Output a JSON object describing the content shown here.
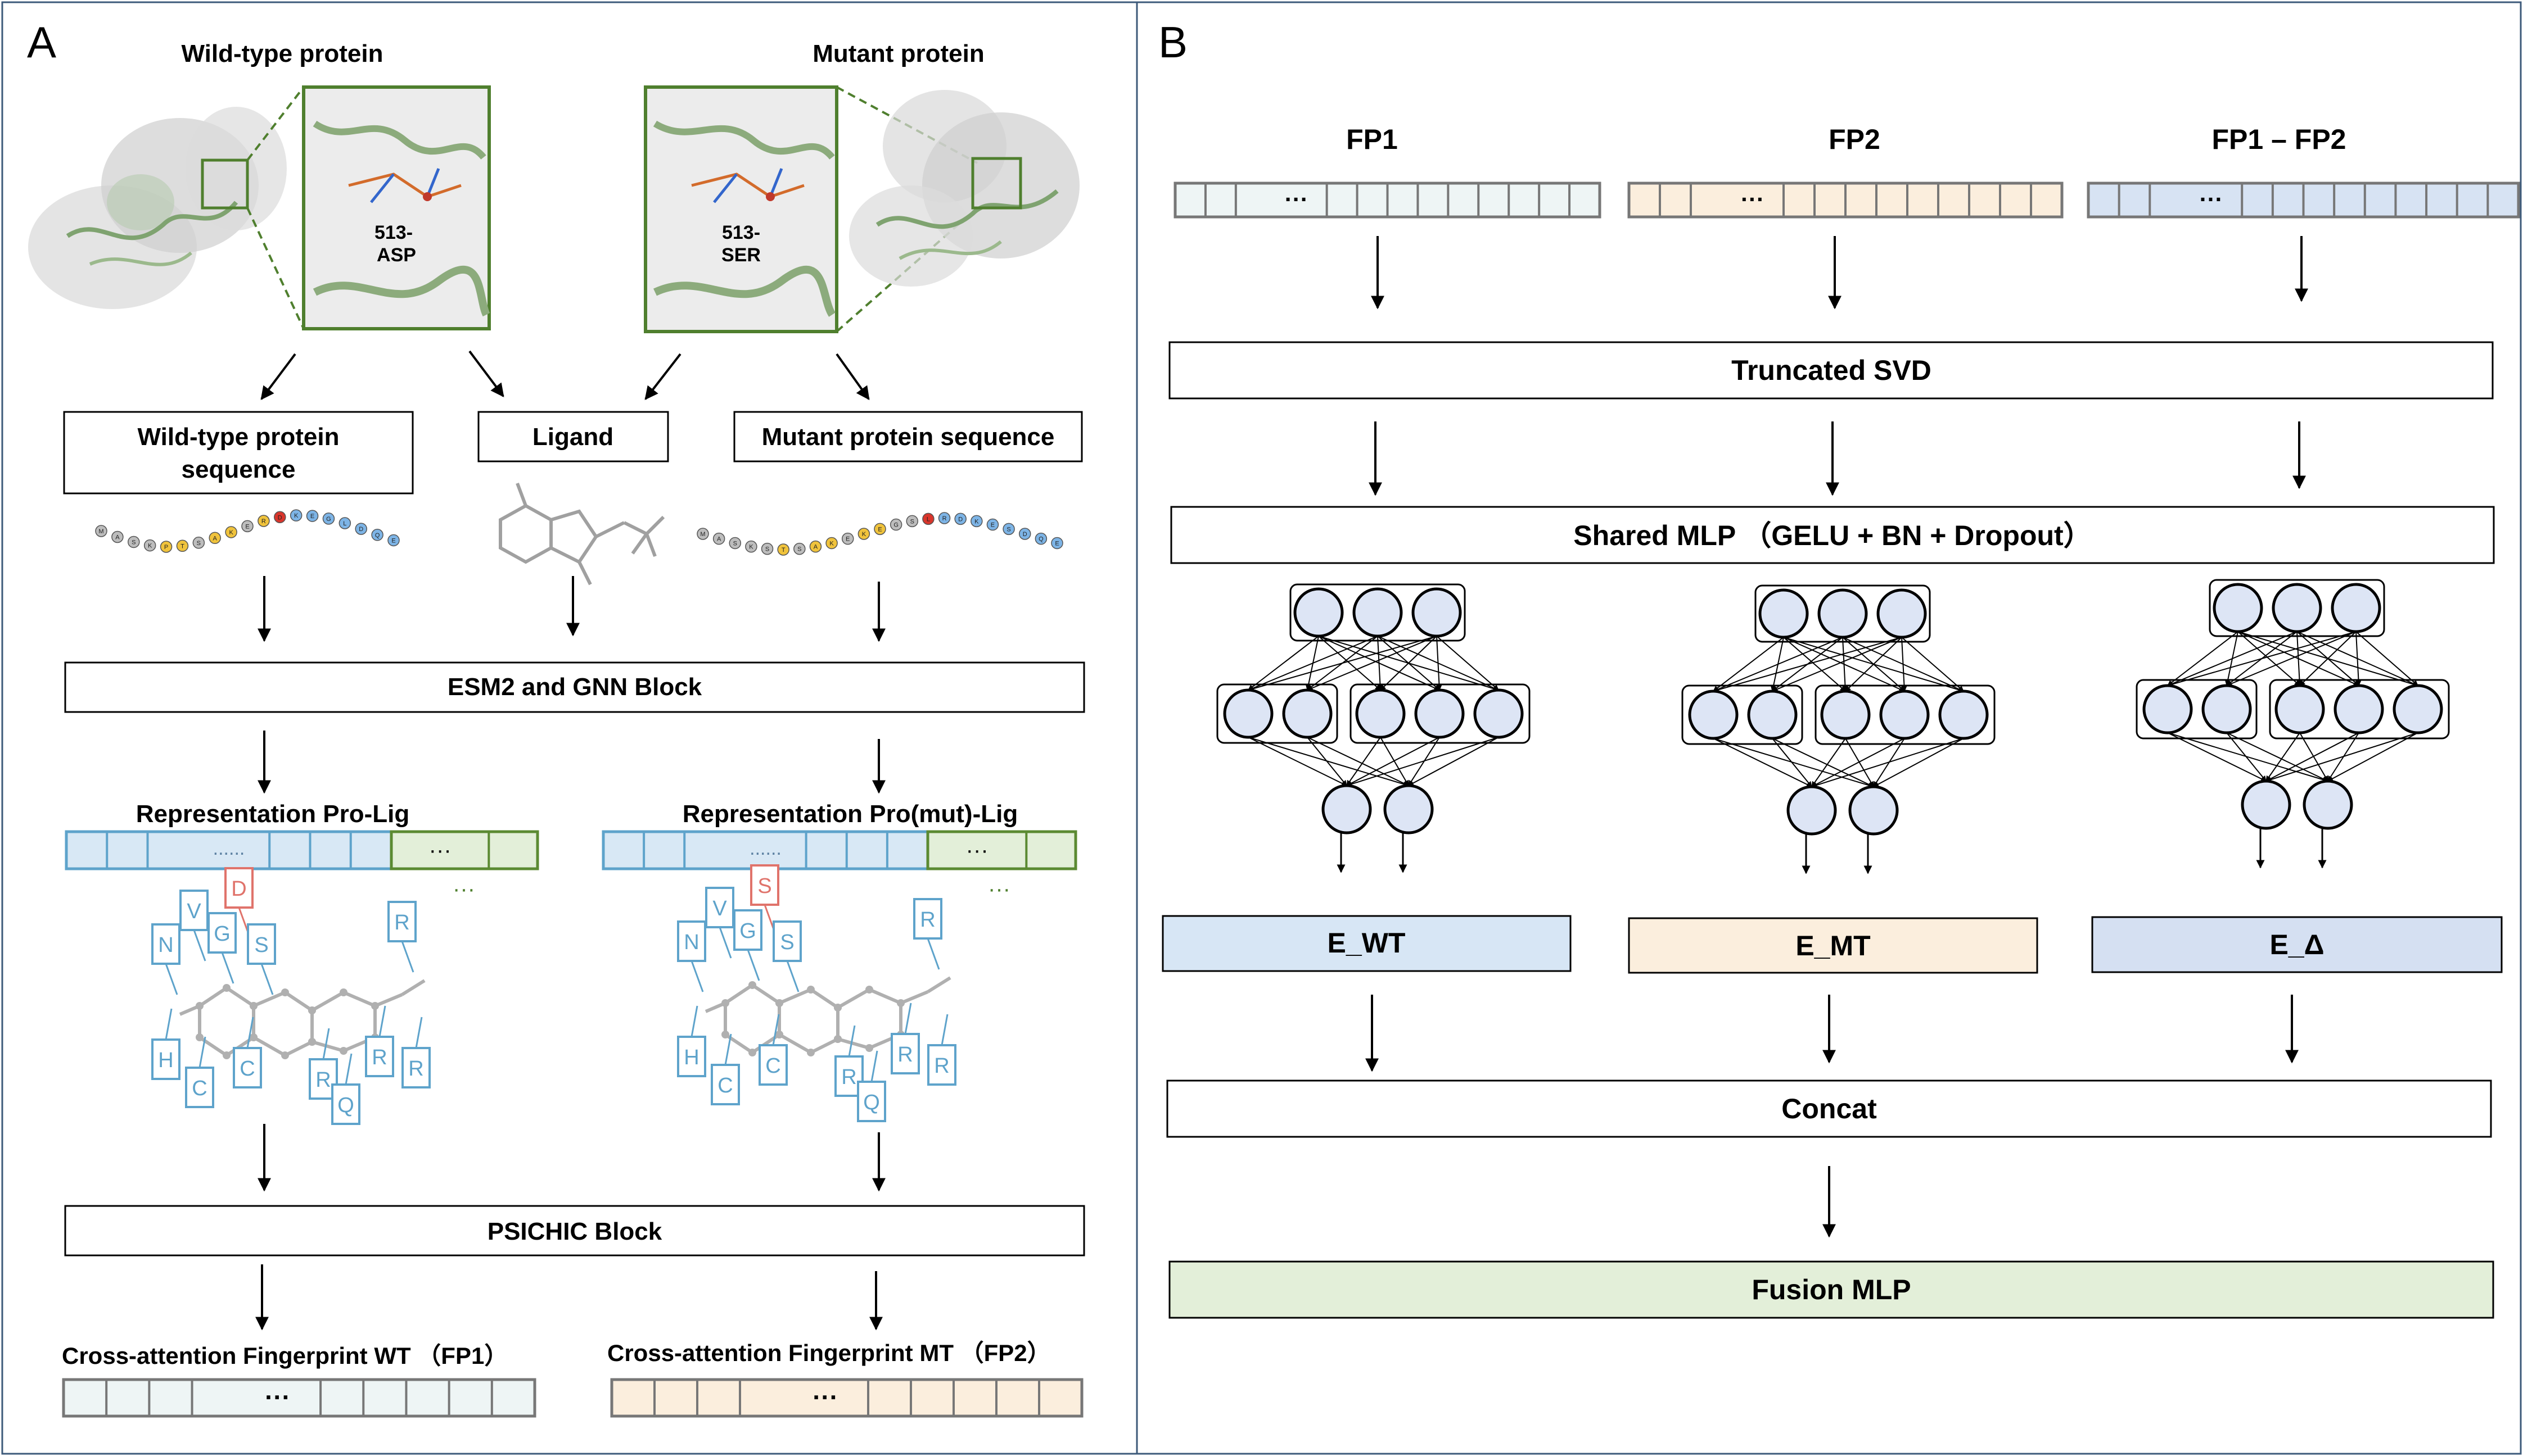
{
  "panel_a": {
    "letter": "A",
    "wild_type_title": "Wild-type protein",
    "mutant_title": "Mutant protein",
    "wt_residue_label": [
      "513-",
      "ASP"
    ],
    "mt_residue_label": [
      "513-",
      "SER"
    ],
    "wt_seq_box": [
      "Wild-type protein",
      "sequence"
    ],
    "ligand_box": "Ligand",
    "mt_seq_box": "Mutant protein sequence",
    "esm_block": "ESM2 and GNN Block",
    "rep_wt": "Representation Pro-Lig",
    "rep_mt": "Representation Pro(mut)-Lig",
    "rep_dots_protein": "......",
    "rep_dots_ligand": "···",
    "psichic_block": "PSICHIC Block",
    "fp_wt_label": "Cross-attention Fingerprint WT （FP1）",
    "fp_mt_label": "Cross-attention Fingerprint MT （FP2）",
    "fp_dots": "···",
    "wt_graph_residues": [
      "N",
      "V",
      "D",
      "G",
      "S",
      "R",
      "H",
      "C",
      "C",
      "R",
      "Q",
      "R",
      "R"
    ],
    "mt_graph_residues": [
      "N",
      "V",
      "S",
      "G",
      "S",
      "R",
      "H",
      "C",
      "C",
      "R",
      "Q",
      "R",
      "R"
    ],
    "wt_seq_beads": [
      "M",
      "A",
      "S",
      "K",
      "P",
      "T",
      "S",
      "A",
      "K",
      "E",
      "R",
      "D",
      "K",
      "E",
      "G",
      "L",
      "D",
      "Q",
      "E"
    ],
    "mt_seq_beads": [
      "M",
      "A",
      "S",
      "K",
      "S",
      "T",
      "S",
      "A",
      "K",
      "E",
      "K",
      "E",
      "G",
      "S",
      "L",
      "R",
      "D",
      "K",
      "E",
      "S",
      "D",
      "Q",
      "E"
    ]
  },
  "panel_b": {
    "letter": "B",
    "fp1": "FP1",
    "fp2": "FP2",
    "fpdiff": "FP1 – FP2",
    "fp_dots": "···",
    "svd": "Truncated SVD",
    "shared_mlp": "Shared MLP （GELU + BN + Dropout）",
    "e_wt": "E_WT",
    "e_mt": "E_MT",
    "e_delta": "E_Δ",
    "concat": "Concat",
    "fusion": "Fusion MLP"
  },
  "colors": {
    "grey_fill": "#eef5f5",
    "orange_fill": "#fbeedd",
    "blue_fill": "#d7e3f3",
    "green_fill": "#e3efd9",
    "green_border": "#5b8a32",
    "residue_blue": "#5ea3cb",
    "residue_red": "#e0736b",
    "neuron_fill": "#dde5f5"
  }
}
